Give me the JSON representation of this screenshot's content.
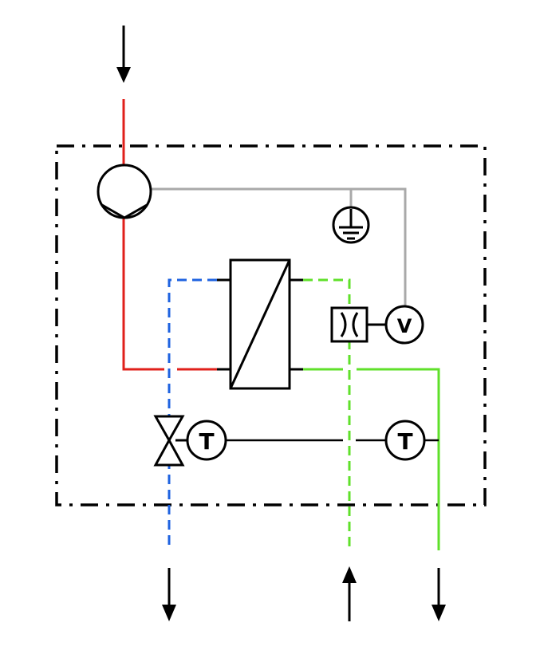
{
  "colors": {
    "hot_supply": "#e0201b",
    "cold_return": "#1f63e0",
    "secondary": "#5fe02a",
    "signal": "#a9a9a9",
    "ink": "#000000",
    "background": "#ffffff"
  },
  "symbols": {
    "temp_sensor_left": "T",
    "temp_sensor_right": "T",
    "volume_meter": "V"
  },
  "icons": {
    "pump": "circulation-pump-icon",
    "heat_exchanger": "plate-heat-exchanger-icon",
    "ground": "ground-earth-icon",
    "flow_restrictor": "flow-restrictor-icon",
    "volume_meter": "volume-flow-meter-icon",
    "control_valve": "two-way-control-valve-icon",
    "temp_sensor": "temperature-sensor-icon",
    "flow_arrow": "flow-direction-arrow-icon"
  }
}
